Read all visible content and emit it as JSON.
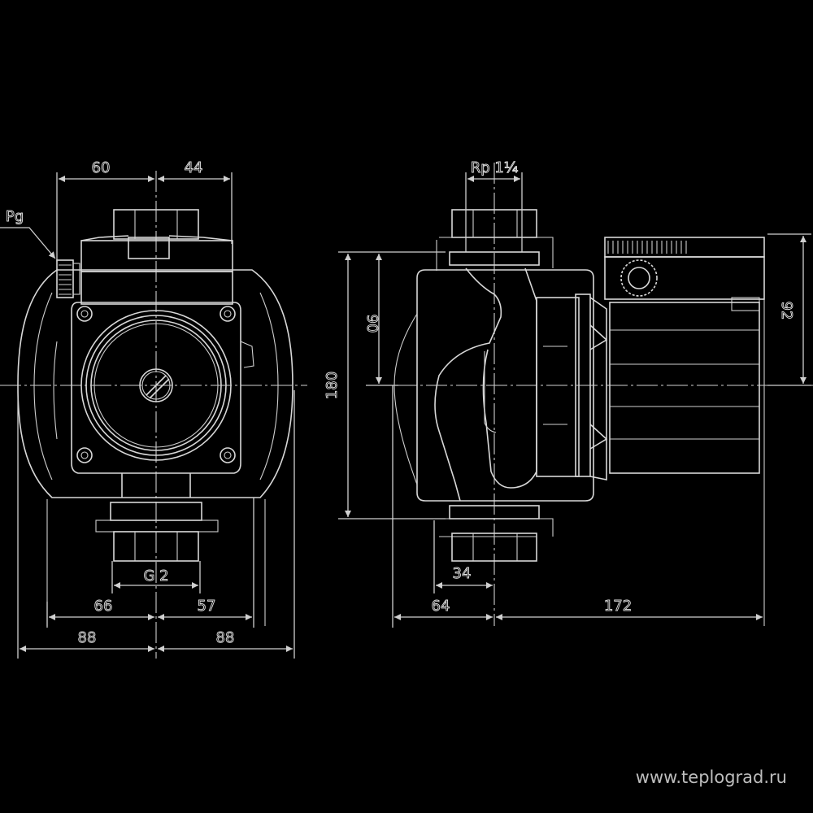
{
  "drawing": {
    "title": "Circulation pump dimensional drawing",
    "views": [
      "front",
      "side"
    ],
    "line_color": "#d8d8d8",
    "background": "#000000"
  },
  "front_view": {
    "labels": {
      "pg": "Pg",
      "top_left": "60",
      "top_right": "44",
      "thread": "G 2",
      "bottom_left_inner": "66",
      "bottom_right_inner": "57",
      "bottom_left_outer": "88",
      "bottom_right_outer": "88"
    }
  },
  "side_view": {
    "labels": {
      "port": "Rp 1¼",
      "height_half": "90",
      "height_total": "180",
      "motor_height": "92",
      "flange_offset": "34",
      "front_depth": "64",
      "motor_length": "172"
    }
  },
  "watermark": "www.teplograd.ru"
}
